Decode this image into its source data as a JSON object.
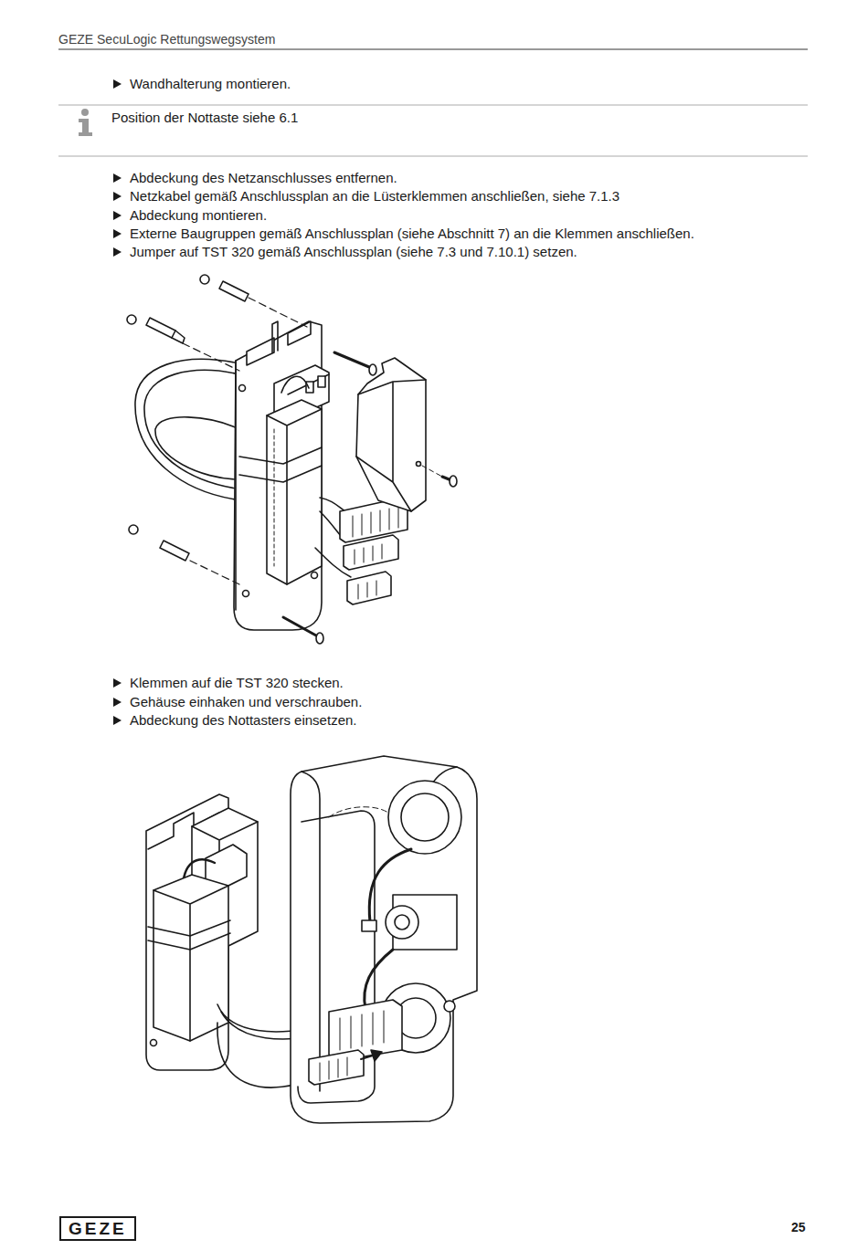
{
  "diagram": {
    "title": "GEZE SecuLogic Rettungswegsystem",
    "labels": [
      "Wandhalterung montieren.",
      "Position der Nottaste siehe 6.1",
      "Abdeckung des Netzanschlusses entfernen.",
      "Netzkabel gemäß Anschlussplan an die Lüsterklemmen anschließen, siehe 7.1.3",
      "Abdeckung montieren.",
      "Externe Baugruppen gemäß Anschlussplan (siehe Abschnitt 7) an die Klemmen anschließen.",
      "Jumper auf TST 320 gemäß Anschlussplan (siehe 7.3 und 7.10.1) setzen.",
      "Klemmen auf die TST 320 stecken.",
      "Gehäuse einhaken und verschrauben.",
      "Abdeckung des Nottasters einsetzen.",
      "GEZE",
      "25"
    ]
  }
}
